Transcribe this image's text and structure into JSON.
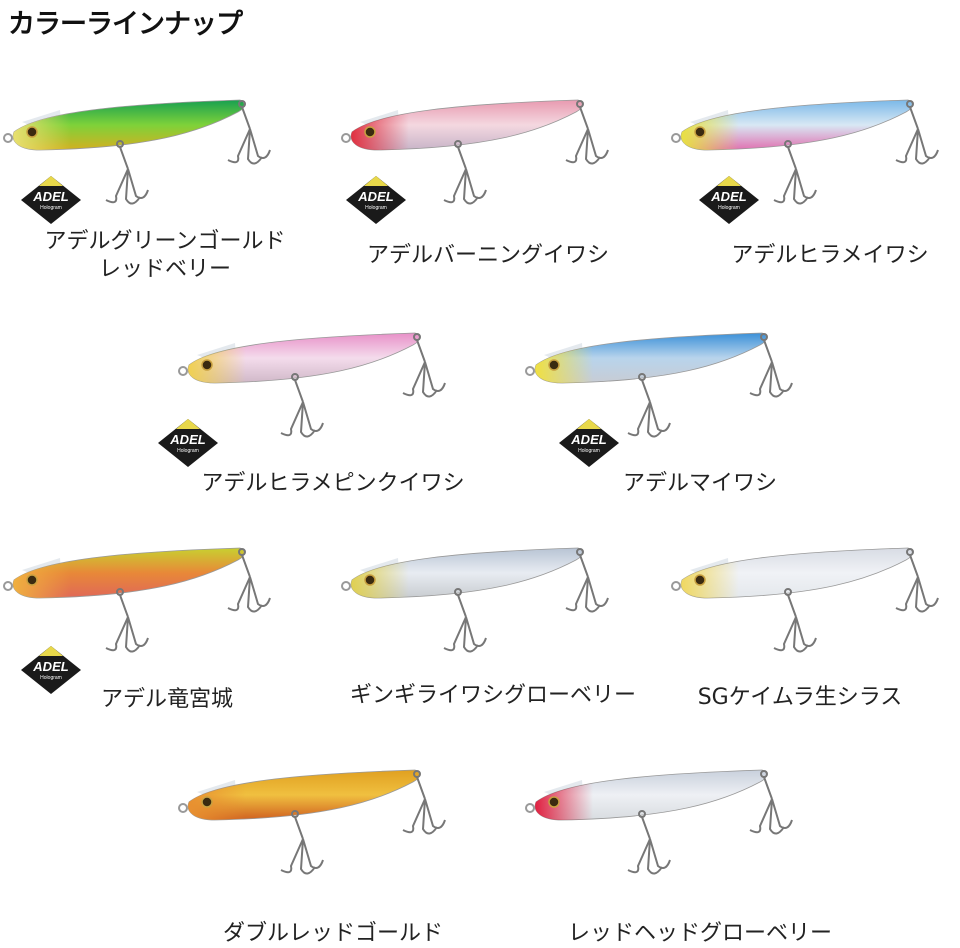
{
  "title": "カラーラインナップ",
  "badge": {
    "text": "ADEL",
    "sub": "Hologram",
    "colors": {
      "top": "#e8d84a",
      "body": "#1a1a1a"
    }
  },
  "items": [
    {
      "name": "アデルグリーンゴールド",
      "name2": "レッドベリー",
      "adel": true,
      "colors": {
        "top": "#18a050",
        "mid": "#7ed23a",
        "belly": "#d4b020",
        "head": "#e8e070"
      }
    },
    {
      "name": "アデルバーニングイワシ",
      "adel": true,
      "colors": {
        "top": "#e89ab0",
        "mid": "#f4d8e0",
        "belly": "#c8b4c8",
        "head": "#e03040"
      }
    },
    {
      "name": "アデルヒラメイワシ",
      "adel": true,
      "colors": {
        "top": "#7ab8e8",
        "mid": "#d8e8f4",
        "belly": "#e070b0",
        "head": "#e8e040"
      }
    },
    {
      "name": "アデルヒラメピンクイワシ",
      "adel": true,
      "colors": {
        "top": "#e890c8",
        "mid": "#f4dcec",
        "belly": "#d0b8c8",
        "head": "#f0d050"
      }
    },
    {
      "name": "アデルマイワシ",
      "adel": true,
      "colors": {
        "top": "#3a90d8",
        "mid": "#b8d4ec",
        "belly": "#c8ccd4",
        "head": "#f0e040"
      }
    },
    {
      "name": "アデル竜宮城",
      "adel": true,
      "colors": {
        "top": "#c8d030",
        "mid": "#e88838",
        "belly": "#e06858",
        "head": "#f0b040"
      }
    },
    {
      "name": "ギンギライワシグローベリー",
      "adel": false,
      "colors": {
        "top": "#b8c4d4",
        "mid": "#e8ecf2",
        "belly": "#c8ccd0",
        "head": "#e0d050"
      }
    },
    {
      "name": "SGケイムラ生シラス",
      "adel": false,
      "colors": {
        "top": "#d8dce4",
        "mid": "#f0f2f6",
        "belly": "#e4e8ec",
        "head": "#f0d860"
      }
    },
    {
      "name": "ダブルレッドゴールド",
      "adel": false,
      "colors": {
        "top": "#e0a020",
        "mid": "#f0c040",
        "belly": "#d06020",
        "head": "#e89030"
      }
    },
    {
      "name": "レッドヘッドグローベリー",
      "adel": false,
      "colors": {
        "top": "#c8d0dc",
        "mid": "#eef0f4",
        "belly": "#d8dce0",
        "head": "#e02040"
      }
    }
  ]
}
